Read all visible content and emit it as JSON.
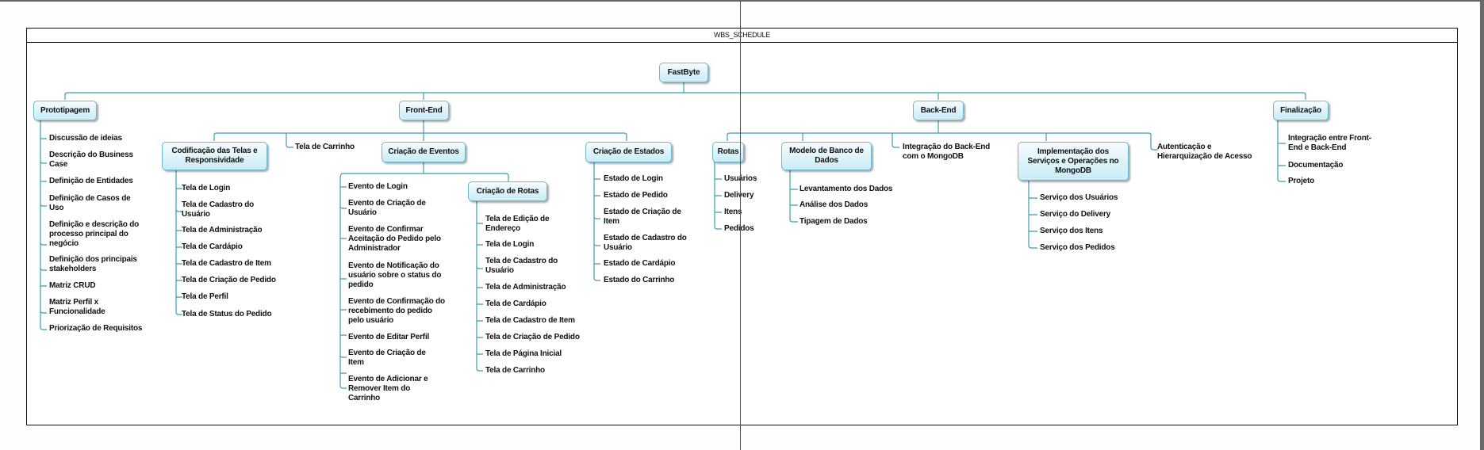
{
  "frame": {
    "title": "WBS_SCHEDULE"
  },
  "colors": {
    "connector": "#3d9bb5",
    "node_border": "#6fb9cf",
    "node_fill_top": "#f6fcfe",
    "node_fill_bottom": "#c9ecf7"
  },
  "root": {
    "label": "FastByte"
  },
  "branches": {
    "prototipagem": {
      "label": "Prototipagem",
      "items": [
        "Discussão de ideias",
        "Descrição do Business Case",
        "Definição de Entidades",
        "Definição de Casos de Uso",
        "Definição e descrição do processo principal do negócio",
        "Definição dos principais stakeholders",
        "Matriz CRUD",
        "Matriz Perfil x Funcionalidade",
        "Priorização de Requisitos"
      ]
    },
    "frontend": {
      "label": "Front-End",
      "codificacao": {
        "label": "Codificação das Telas e Responsividade",
        "items": [
          "Tela de Login",
          "Tela de Cadastro do Usuário",
          "Tela de Administração",
          "Tela de Cardápio",
          "Tela de Cadastro de Item",
          "Tela de Criação de Pedido",
          "Tela de Perfil",
          "Tela de Status do Pedido"
        ]
      },
      "tela_carrinho": "Tela de Carrinho",
      "eventos": {
        "label": "Criação de Eventos",
        "items": [
          "Evento de Login",
          "Evento de Criação de Usuário",
          "Evento de Confirmar Aceitação do Pedido pelo Administrador",
          "Evento de Notificação do usuário sobre o status do pedido",
          "Evento de Confirmação do recebimento do pedido pelo usuário",
          "Evento de Editar Perfil",
          "Evento de Criação de Item",
          "Evento de Adicionar e Remover Item do Carrinho"
        ],
        "rotas": {
          "label": "Criação de Rotas",
          "items": [
            "Tela de Edição de Endereço",
            "Tela de Login",
            "Tela de Cadastro do Usuário",
            "Tela de Administração",
            "Tela de Cardápio",
            "Tela de Cadastro de Item",
            "Tela de Criação de Pedido",
            "Tela de Página Inicial",
            "Tela de Carrinho"
          ]
        }
      },
      "estados": {
        "label": "Criação de Estados",
        "items": [
          "Estado de Login",
          "Estado de Pedido",
          "Estado de Criação de Item",
          "Estado de Cadastro do Usuário",
          "Estado de Cardápio",
          "Estado do Carrinho"
        ]
      }
    },
    "backend": {
      "label": "Back-End",
      "rotas": {
        "label": "Rotas",
        "items": [
          "Usuários",
          "Delivery",
          "Itens",
          "Pedidos"
        ]
      },
      "modelo": {
        "label": "Modelo de Banco de Dados",
        "items": [
          "Levantamento dos Dados",
          "Análise dos Dados",
          "Tipagem de Dados"
        ]
      },
      "integracao": "Integração do Back-End com o MongoDB",
      "servicos": {
        "label": "Implementação dos Serviços e Operações no MongoDB",
        "items": [
          "Serviço dos Usuários",
          "Serviço do Delivery",
          "Serviço dos Itens",
          "Serviço dos Pedidos"
        ]
      },
      "autenticacao": "Autenticação e Hierarquização de Acesso"
    },
    "finalizacao": {
      "label": "Finalização",
      "items": [
        "Integração entre Front-End e Back-End",
        "Documentação",
        "Projeto"
      ]
    }
  }
}
